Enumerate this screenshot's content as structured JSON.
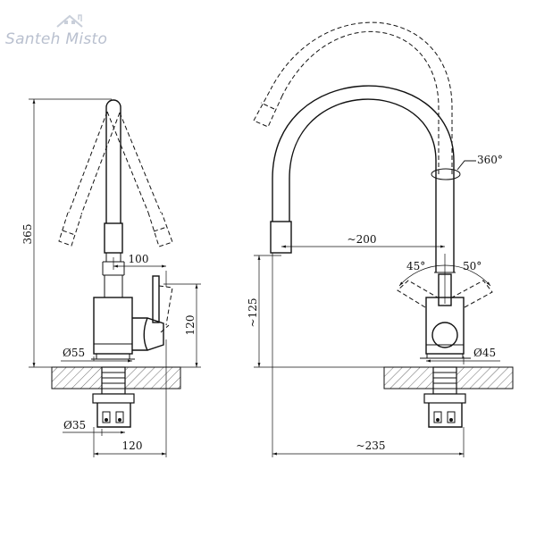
{
  "brand": {
    "logo_text": "Santeh Misto",
    "logo_color": "#b9c0cf"
  },
  "dimensions": {
    "height_total": "365",
    "spout_reach_side": "100",
    "body_height": "120",
    "base_diameter": "Ø55",
    "shank_diameter": "Ø35",
    "base_width": "120",
    "rotation": "360°",
    "spout_reach_front": "~200",
    "angle_left": "45°",
    "angle_right": "50°",
    "spout_height": "~125",
    "handle_diameter": "Ø45",
    "overall_width": "~235"
  }
}
